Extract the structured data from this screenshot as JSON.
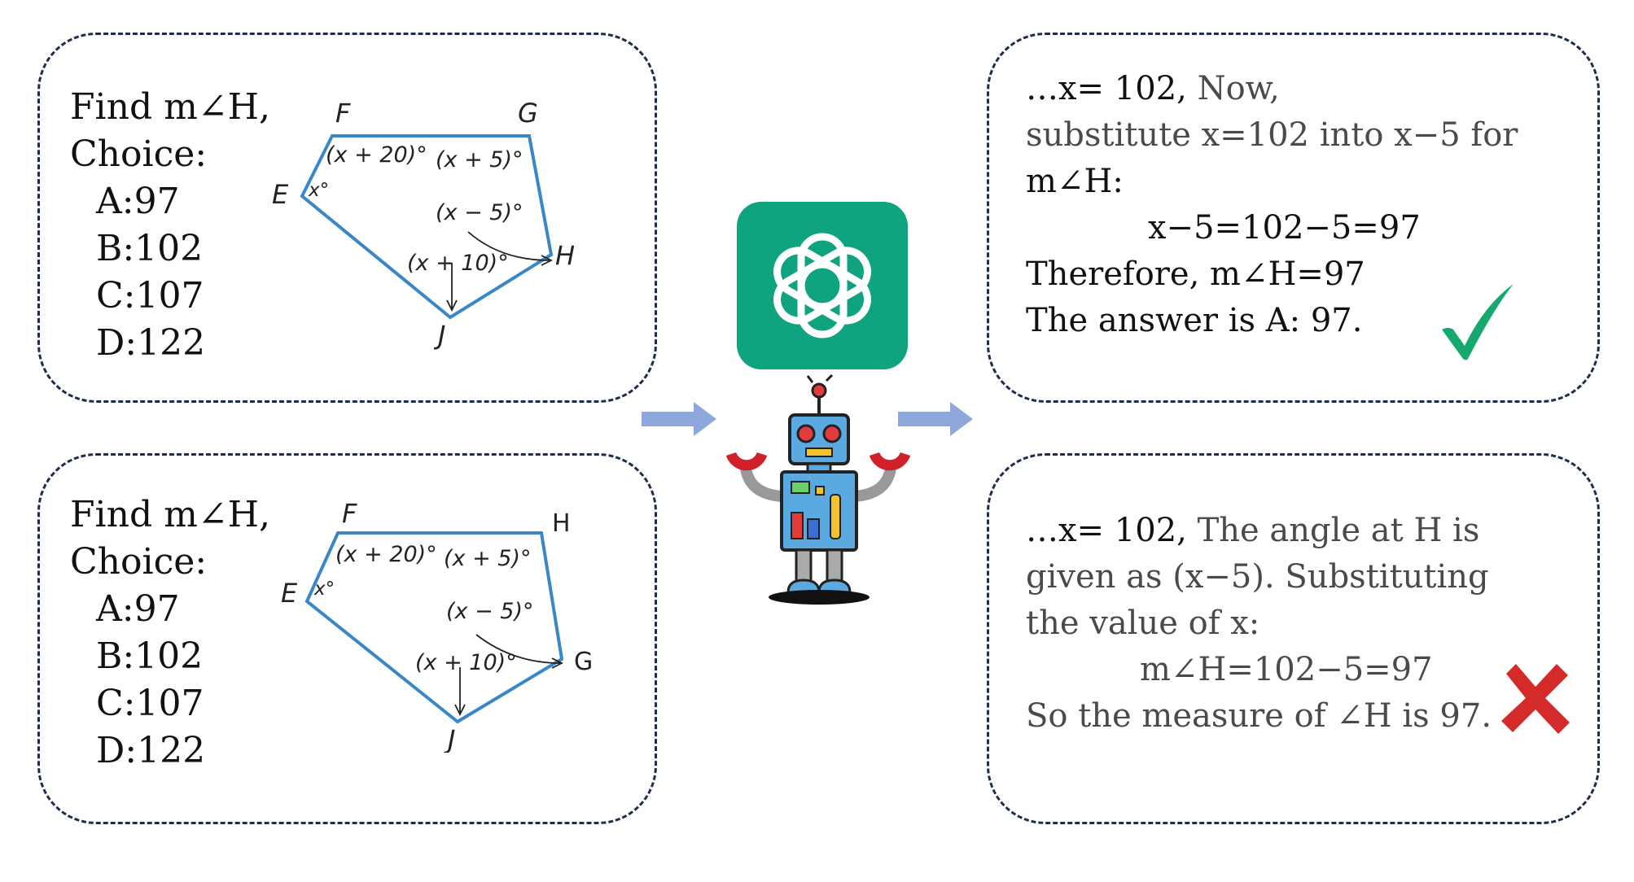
{
  "question_top": {
    "prompt": "Find m∠H,",
    "choice_label": "Choice:",
    "choices": [
      "A:97",
      "B:102",
      "C:107",
      "D:122"
    ],
    "figure": {
      "vertices": [
        "F",
        "G",
        "E",
        "H",
        "J"
      ],
      "angles": [
        "(x + 20)°",
        "(x + 5)°",
        "x°",
        "(x − 5)°",
        "(x + 10)°"
      ]
    }
  },
  "question_bottom": {
    "prompt": "Find m∠H,",
    "choice_label": "Choice:",
    "choices": [
      "A:97",
      "B:102",
      "C:107",
      "D:122"
    ],
    "figure": {
      "vertices": [
        "F",
        "H",
        "E",
        "G",
        "J"
      ],
      "angles": [
        "(x + 20)°",
        "(x + 5)°",
        "x°",
        "(x − 5)°",
        "(x + 10)°"
      ]
    }
  },
  "answer_correct": {
    "lead": "…x= 102,",
    "line1_rest": "Now,",
    "line2": "substitute x=102 into x−5 for",
    "line3": "m∠H:",
    "equation": "x−5=102−5=97",
    "line5": "Therefore, m∠H=97",
    "line6": "The answer is A: 97.",
    "mark": "✓"
  },
  "answer_wrong": {
    "lead": "…x= 102,",
    "line1_rest": "The angle at H is",
    "line2": "given as (x−5). Substituting",
    "line3": "the value of x:",
    "equation": "m∠H=102−5=97",
    "line5": "So the measure of ∠H is 97.",
    "mark": "✗"
  },
  "colors": {
    "box_border": "#1f2d4d",
    "arrow": "#8fa8dc",
    "polygon": "#3a87c8",
    "logo_bg": "#10a37f",
    "check": "#17a870",
    "cross": "#d42a2a"
  },
  "icons": [
    "chatgpt-logo-icon",
    "robot-icon",
    "arrow-right-icon",
    "checkmark-icon",
    "cross-icon"
  ]
}
